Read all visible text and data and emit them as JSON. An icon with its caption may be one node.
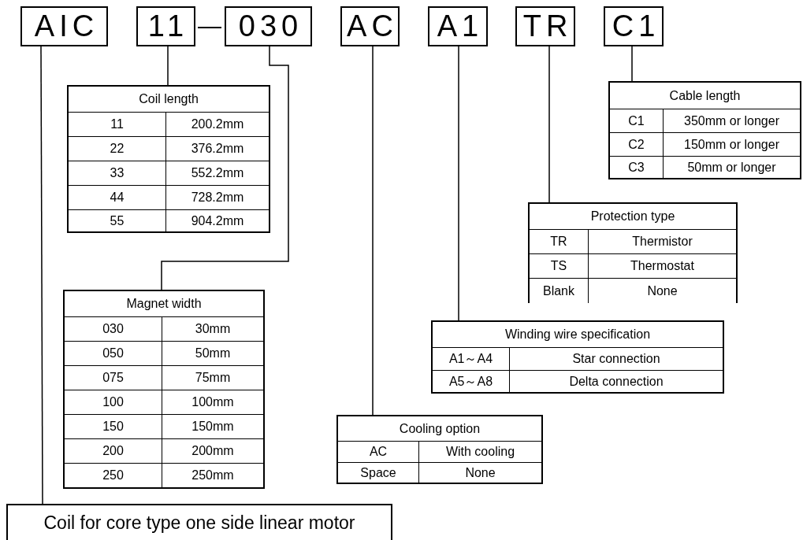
{
  "diagram": {
    "nodes": [
      {
        "text": [
          "AIC"
        ]
      },
      {
        "text": [
          "11"
        ]
      },
      {
        "text": [
          "030"
        ]
      },
      {
        "text": [
          "AC"
        ]
      },
      {
        "text": [
          "A1"
        ]
      },
      {
        "text": [
          "TR"
        ]
      },
      {
        "text": [
          "C1"
        ]
      },
      {
        "text": [
          "Coil length",
          "11",
          "200.2mm",
          "22",
          "376.2mm",
          "33",
          "552.2mm",
          "44",
          "728.2mm",
          "55",
          "904.2mm"
        ]
      },
      {
        "text": [
          "Cable length",
          "C1",
          "350mm or longer",
          "C2",
          "150mm or longer",
          "C3",
          "50mm or longer"
        ]
      },
      {
        "text": [
          "Protection type",
          "TR",
          "Thermistor",
          "TS",
          "Thermostat",
          "Blank",
          "None"
        ]
      },
      {
        "text": [
          "Magnet width",
          "030",
          "30mm",
          "050",
          "50mm",
          "075",
          "75mm",
          "100",
          "100mm",
          "150",
          "150mm",
          "200",
          "200mm",
          "250",
          "250mm"
        ]
      },
      {
        "text": [
          "Winding wire specification",
          "A1～A4",
          "Star connection",
          "A5～A8",
          "Delta connection"
        ]
      },
      {
        "text": [
          "Cooling option",
          "AC",
          "With cooling",
          "Space",
          "None"
        ]
      },
      {
        "text": [
          "Coil for core type one side linear motor"
        ]
      }
    ],
    "edges": [
      {
        "from": 0,
        "to": 13,
        "arrow": "none"
      },
      {
        "from": 1,
        "to": 7,
        "arrow": "none"
      },
      {
        "from": 2,
        "to": 10,
        "arrow": "none"
      },
      {
        "from": 3,
        "to": 12,
        "arrow": "none"
      },
      {
        "from": 4,
        "to": 11,
        "arrow": "none"
      },
      {
        "from": 5,
        "to": 9,
        "arrow": "none"
      },
      {
        "from": 6,
        "to": 8,
        "arrow": "none"
      }
    ],
    "labels": [
      "—"
    ]
  }
}
